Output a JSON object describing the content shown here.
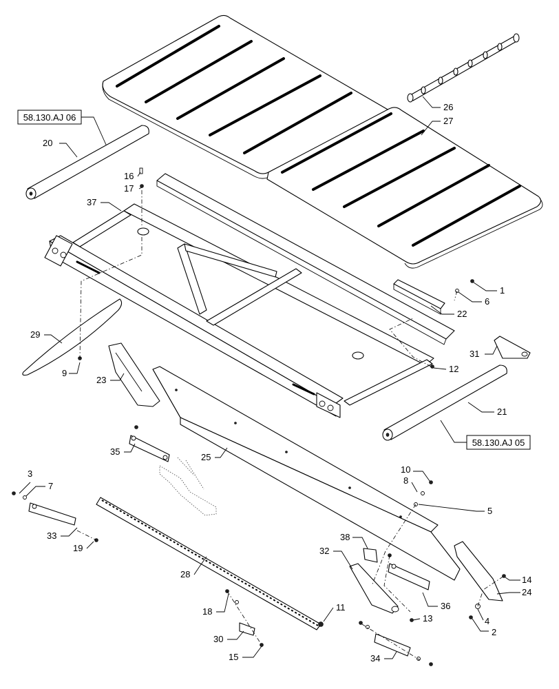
{
  "references": [
    {
      "id": "ref-upper",
      "text": "58.130.AJ 06"
    },
    {
      "id": "ref-lower",
      "text": "58.130.AJ 05"
    }
  ],
  "callouts": [
    "1",
    "2",
    "3",
    "4",
    "5",
    "6",
    "7",
    "8",
    "9",
    "10",
    "11",
    "12",
    "13",
    "14",
    "15",
    "16",
    "17",
    "18",
    "19",
    "20",
    "21",
    "22",
    "23",
    "24",
    "25",
    "26",
    "27",
    "28",
    "29",
    "30",
    "31",
    "32",
    "33",
    "34",
    "35",
    "36",
    "37",
    "38"
  ]
}
